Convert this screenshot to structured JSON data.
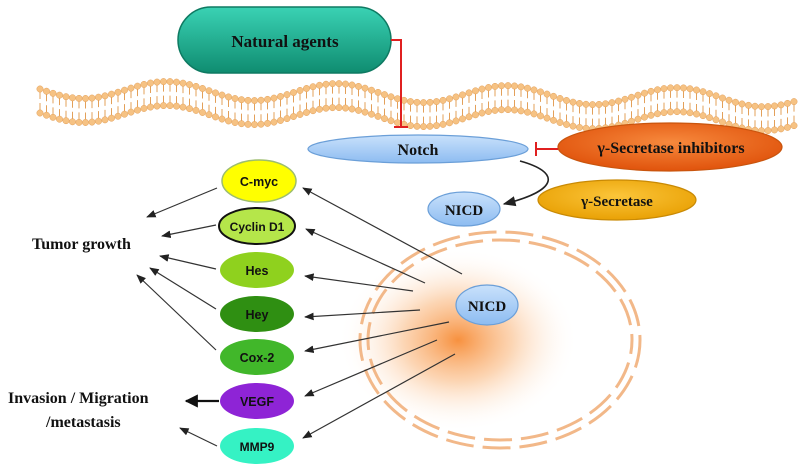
{
  "colors": {
    "natural_agents_top": "#3ad2b4",
    "natural_agents_bottom": "#0f8c70",
    "membrane": "#f6c283",
    "membrane_dark": "#e3a05a",
    "notch_fill": "#a8cdf6",
    "notch_stroke": "#6b9fd8",
    "inhibitor_fill": "#f26a1f",
    "secretase_fill": "#f5b311",
    "inhibit_red": "#e02020",
    "nucleus_glow": "#f8a35b",
    "nucleus_dash": "#f2b889",
    "c_myc": "#ffff00",
    "cyclin_d1": "#b5e64a",
    "hes": "#8fd11e",
    "hey": "#2f8f12",
    "cox2": "#41b72a",
    "vegf": "#8e24d6",
    "mmp9": "#35f2c4"
  },
  "labels": {
    "natural_agents": "Natural agents",
    "notch": "Notch",
    "secretase_inhibitors": "γ-Secretase inhibitors",
    "secretase": "γ-Secretase",
    "nicd_cytoplasm": "NICD",
    "nicd_nucleus": "NICD",
    "tumor_growth": "Tumor growth",
    "invasion_line1": "Invasion / Migration",
    "invasion_line2": "/metastasis"
  },
  "targets": [
    {
      "label": "C-myc",
      "color_key": "c_myc"
    },
    {
      "label": "Cyclin D1",
      "color_key": "cyclin_d1"
    },
    {
      "label": "Hes",
      "color_key": "hes"
    },
    {
      "label": "Hey",
      "color_key": "hey"
    },
    {
      "label": "Cox-2",
      "color_key": "cox2"
    },
    {
      "label": "VEGF",
      "color_key": "vegf"
    },
    {
      "label": "MMP9",
      "color_key": "mmp9"
    }
  ]
}
